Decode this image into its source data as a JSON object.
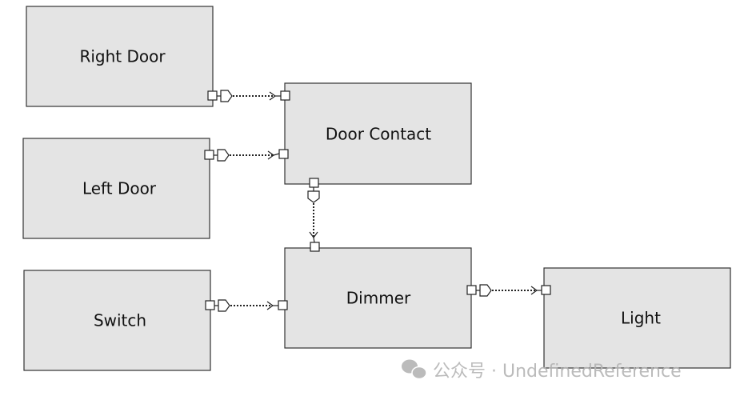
{
  "nodes": {
    "right_door": "Right Door",
    "door_contact": "Door Contact",
    "left_door": "Left Door",
    "dimmer": "Dimmer",
    "switch": "Switch",
    "light": "Light"
  },
  "connections": [
    {
      "from": "Right Door",
      "to": "Door Contact"
    },
    {
      "from": "Left Door",
      "to": "Door Contact"
    },
    {
      "from": "Door Contact",
      "to": "Dimmer"
    },
    {
      "from": "Switch",
      "to": "Dimmer"
    },
    {
      "from": "Dimmer",
      "to": "Light"
    }
  ],
  "watermark": "公众号 · UndefinedReference"
}
